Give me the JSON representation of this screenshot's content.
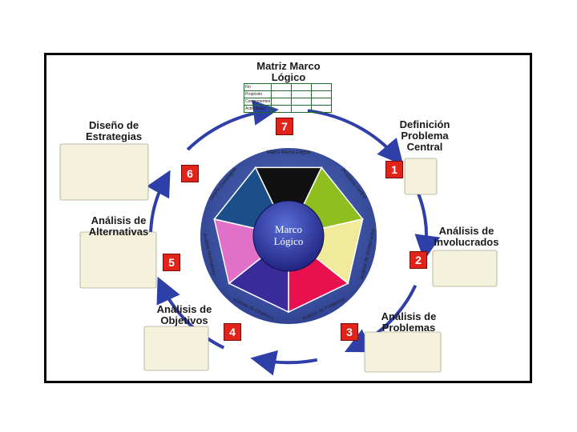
{
  "diagram": {
    "center": [
      "Marco",
      "Lógico"
    ],
    "title_top": [
      "Matriz Marco",
      "Lógico"
    ],
    "steps": [
      {
        "number": "1",
        "label": [
          "Definición",
          "Problema",
          "Central"
        ]
      },
      {
        "number": "2",
        "label": [
          "Análisis de",
          "Involucrados"
        ]
      },
      {
        "number": "3",
        "label": [
          "Análisis de",
          "Problemas"
        ]
      },
      {
        "number": "4",
        "label": [
          "Análisis de",
          "Objetivos"
        ]
      },
      {
        "number": "5",
        "label": [
          "Análisis de",
          "Alternativas"
        ]
      },
      {
        "number": "6",
        "label": [
          "Diseño de",
          "Estrategias"
        ]
      },
      {
        "number": "7",
        "label": []
      }
    ],
    "wheel_segments": [
      "Matriz Marco Lógico",
      "Problema Central",
      "Análisis de Involucrados",
      "Análisis de Problemas",
      "Análisis de Objetivos",
      "Análisis Alternativas",
      "Diseño Estrategias"
    ],
    "matrix_rows": [
      "Fin",
      "Propósito",
      "Componentes",
      "Actividades"
    ],
    "colors": {
      "ring": "#2f3fa8",
      "badge": "#e2231a",
      "disc": "#2d3f8f",
      "segments": [
        "#111111",
        "#8fbf1f",
        "#f0ea9a",
        "#e8104f",
        "#3a2a9a",
        "#e070c8",
        "#1c4f8a"
      ]
    }
  }
}
